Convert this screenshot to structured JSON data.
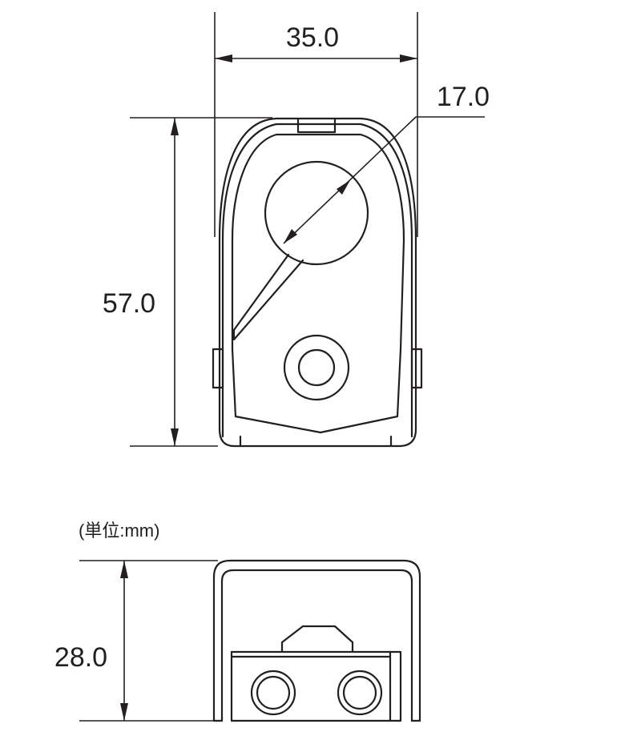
{
  "dimensions": {
    "width": "35.0",
    "hole_diameter": "17.0",
    "height": "57.0",
    "depth": "28.0"
  },
  "unit_note": "(単位:mm)"
}
